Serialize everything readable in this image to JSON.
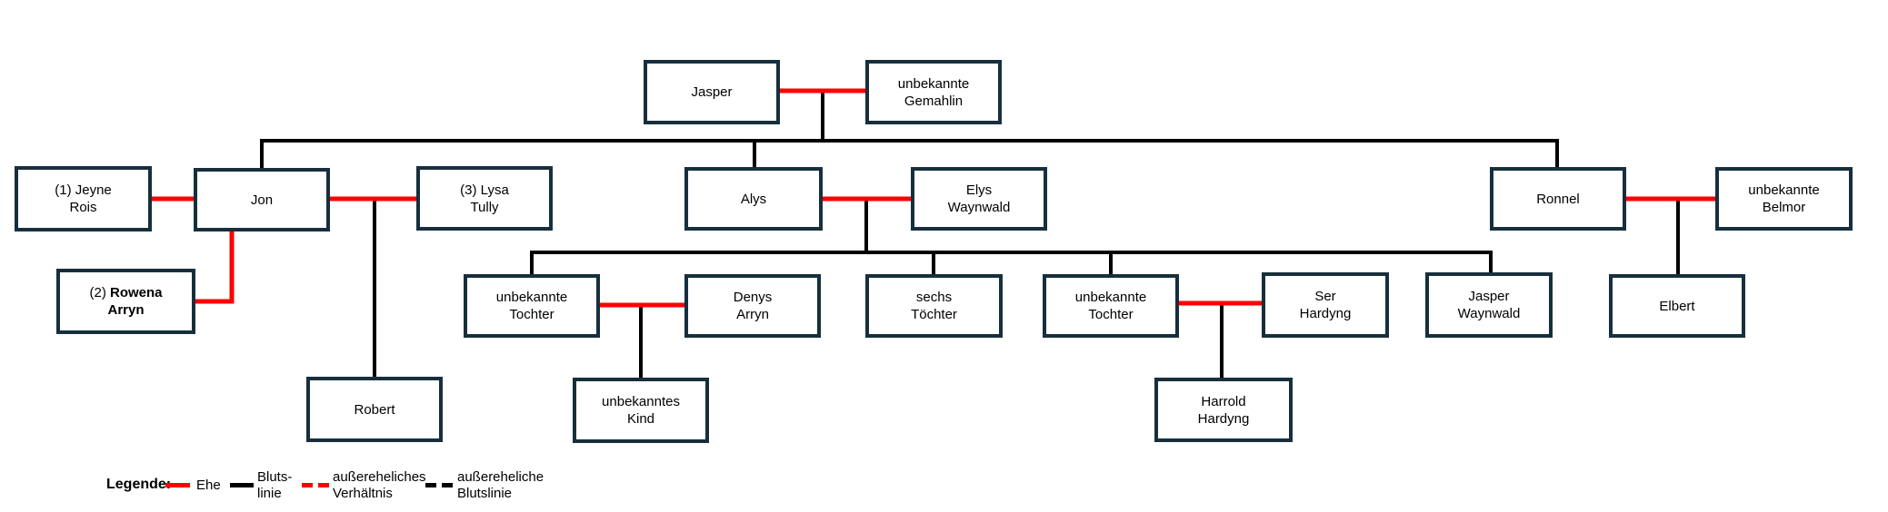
{
  "nodes": {
    "jasper": {
      "lines": [
        "Jasper"
      ]
    },
    "gemahlin": {
      "lines": [
        "unbekannte",
        "Gemahlin"
      ]
    },
    "jeyne": {
      "lines": [
        "(1) Jeyne",
        "Rois"
      ]
    },
    "jon": {
      "lines": [
        "Jon"
      ]
    },
    "lysa": {
      "lines": [
        "(3) Lysa",
        "Tully"
      ]
    },
    "rowena": {
      "prefix": "(2)",
      "name_line1": "Rowena",
      "name_line2": "Arryn"
    },
    "alys": {
      "lines": [
        "Alys"
      ]
    },
    "elys": {
      "lines": [
        "Elys",
        "Waynwald"
      ]
    },
    "ronnel": {
      "lines": [
        "Ronnel"
      ]
    },
    "belmor": {
      "lines": [
        "unbekannte",
        "Belmor"
      ]
    },
    "tochter1": {
      "lines": [
        "unbekannte",
        "Tochter"
      ]
    },
    "denys": {
      "lines": [
        "Denys",
        "Arryn"
      ]
    },
    "sechs_toechter": {
      "lines": [
        "sechs",
        "Töchter"
      ]
    },
    "tochter2": {
      "lines": [
        "unbekannte",
        "Tochter"
      ]
    },
    "ser_hardyng": {
      "lines": [
        "Ser",
        "Hardyng"
      ]
    },
    "jasper_waynwald": {
      "lines": [
        "Jasper",
        "Waynwald"
      ]
    },
    "elbert": {
      "lines": [
        "Elbert"
      ]
    },
    "robert": {
      "lines": [
        "Robert"
      ]
    },
    "kind": {
      "lines": [
        "unbekanntes",
        "Kind"
      ]
    },
    "harrold": {
      "lines": [
        "Harrold",
        "Hardyng"
      ]
    }
  },
  "legend": {
    "title": "Legende:",
    "items": [
      {
        "id": "ehe",
        "lines": [
          "Ehe"
        ],
        "line_style": "solid",
        "color": "#FF0000"
      },
      {
        "id": "blutslinie",
        "lines": [
          "Bluts-",
          "linie"
        ],
        "line_style": "solid",
        "color": "#000000"
      },
      {
        "id": "aussereheliches_verhaeltnis",
        "lines": [
          "außereheliches",
          "Verhältnis"
        ],
        "line_style": "dashed",
        "color": "#FF0000"
      },
      {
        "id": "aussereheliche_blutslinie",
        "lines": [
          "außereheliche",
          "Blutslinie"
        ],
        "line_style": "dashed",
        "color": "#000000"
      }
    ]
  },
  "colors": {
    "marriage_line": "#FF0000",
    "blood_line": "#000000",
    "box_border": "#172F3D",
    "box_fill": "#FFFFFF",
    "background": "#FFFFFF"
  }
}
